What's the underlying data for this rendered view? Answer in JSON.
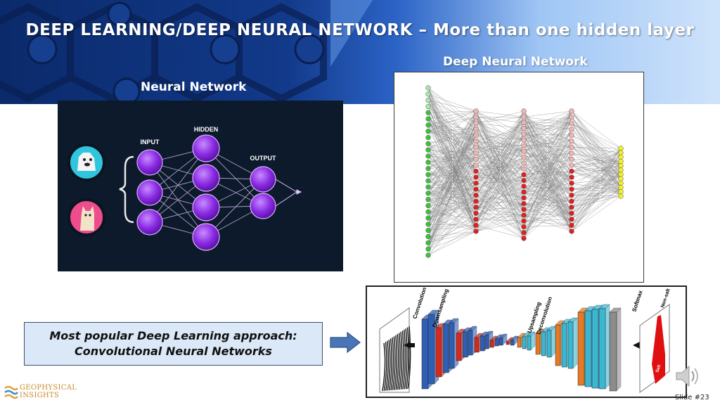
{
  "title": "DEEP LEARNING/DEEP NEURAL NETWORK – More than one hidden layer",
  "neural_network": {
    "label": "Neural Network",
    "layer_labels": [
      "INPUT",
      "HIDDEN",
      "OUTPUT"
    ],
    "inputs": [
      {
        "icon": "dog-icon"
      },
      {
        "icon": "cat-icon"
      }
    ],
    "layer_sizes": [
      3,
      4,
      2
    ],
    "accent": "#9b3dff",
    "background": "#0d1a2b"
  },
  "deep_network": {
    "label": "Deep Neural Network",
    "layer_sizes": [
      28,
      21,
      23,
      21,
      12
    ],
    "input_color": "#3cc13c",
    "hidden_color": "#e02020",
    "output_color": "#f2ef2a"
  },
  "callout": {
    "line1": "Most popular Deep Learning approach:",
    "line2": "Convolutional Neural Networks"
  },
  "cnn": {
    "labels": [
      "Convolution",
      "Downsampling",
      "Upsampling",
      "Deconvolution",
      "Softmax",
      "Non-salt",
      "Salt"
    ],
    "colors": {
      "conv": "#2f5fb3",
      "down": "#d62a1e",
      "up": "#e57a26",
      "deconv": "#3bb7d3",
      "softmax": "#8c8c8c",
      "salt": "#e01010"
    }
  },
  "footer": {
    "company_line1": "GEOPHYSICAL",
    "company_line2": "INSIGHTS",
    "slide_number": "Slide #23"
  }
}
